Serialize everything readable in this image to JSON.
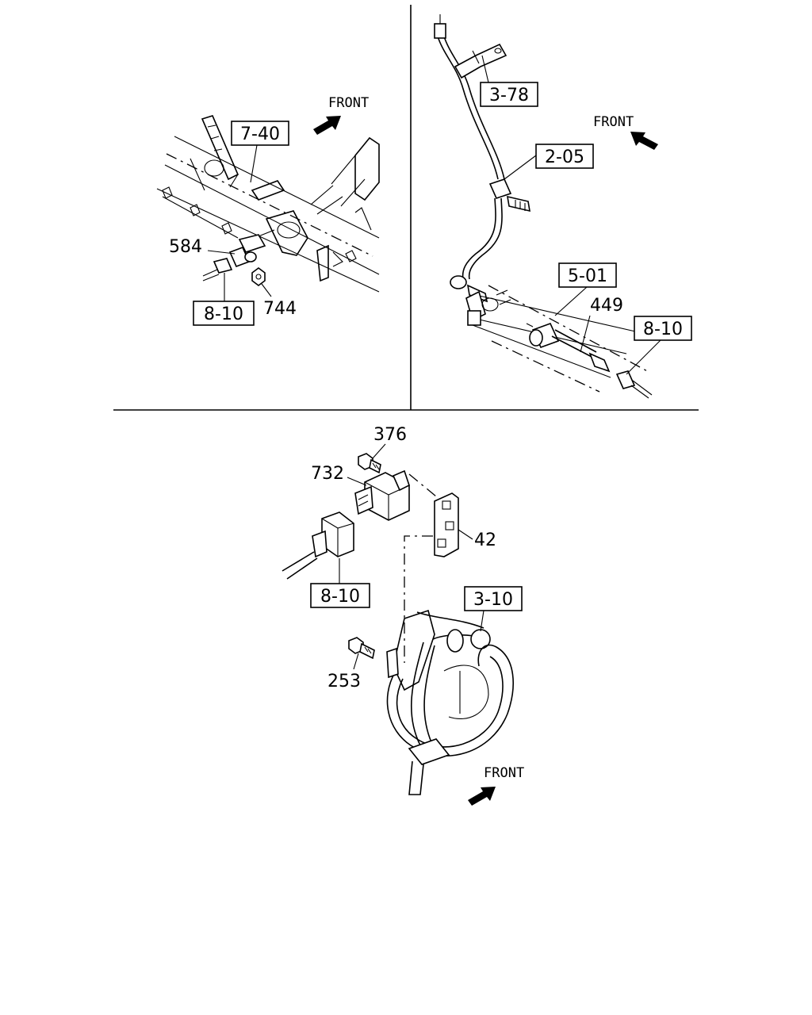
{
  "panels": {
    "top_left": {
      "front_label": "FRONT",
      "refs": [
        "7-40",
        "8-10"
      ],
      "parts": [
        "584",
        "744"
      ]
    },
    "top_right": {
      "front_label": "FRONT",
      "refs": [
        "3-78",
        "2-05",
        "5-01",
        "8-10"
      ],
      "parts": [
        "449"
      ]
    },
    "bottom": {
      "front_label": "FRONT",
      "refs": [
        "8-10",
        "3-10"
      ],
      "parts": [
        "376",
        "732",
        "42",
        "253"
      ]
    }
  }
}
